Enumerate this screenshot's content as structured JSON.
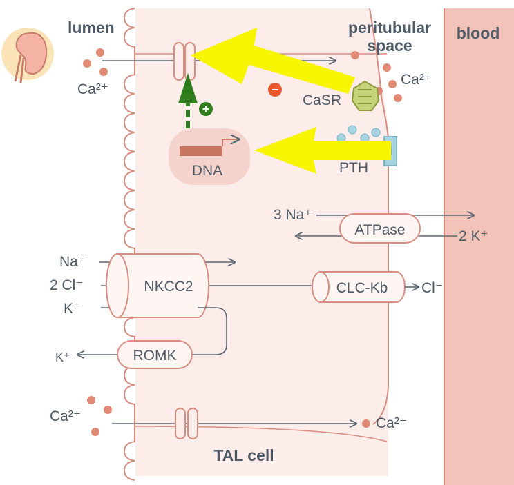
{
  "labels": {
    "lumen": "lumen",
    "peritubular_line1": "peritubular",
    "peritubular_line2": "space",
    "blood": "blood",
    "tal_cell": "TAL cell"
  },
  "ions": {
    "ca_lumen_top": "Ca²⁺",
    "ca_blood_top": "Ca²⁺",
    "na_3": "3 Na⁺",
    "k_2": "2 K⁺",
    "na_lumen": "Na⁺",
    "cl_lumen": "2 Cl⁻",
    "k_lumen": "K⁺",
    "cl_blood": "Cl⁻",
    "k_out": "K⁺",
    "ca_lumen_bottom": "Ca²⁺",
    "ca_blood_bottom": "Ca²⁺"
  },
  "components": {
    "casr": "CaSR",
    "dna": "DNA",
    "pth": "PTH",
    "atpase": "ATPase",
    "nkcc2": "NKCC2",
    "clc_kb": "CLC-Kb",
    "romk": "ROMK"
  },
  "signs": {
    "minus": "−",
    "plus": "+"
  },
  "colors": {
    "cell_fill": "#fcecea",
    "membrane": "#d98c80",
    "blood_fill": "#f2c3b9",
    "ion_dot": "#e08a76",
    "arrow_yellow": "#f7f500",
    "arrow_green": "#2f7d1c",
    "casr_fill": "#c6d37a",
    "pth_dot": "#a8d4e2",
    "minus_fill": "#e9572b",
    "text": "#4e5a66"
  },
  "icons": [
    "kidney-icon"
  ]
}
